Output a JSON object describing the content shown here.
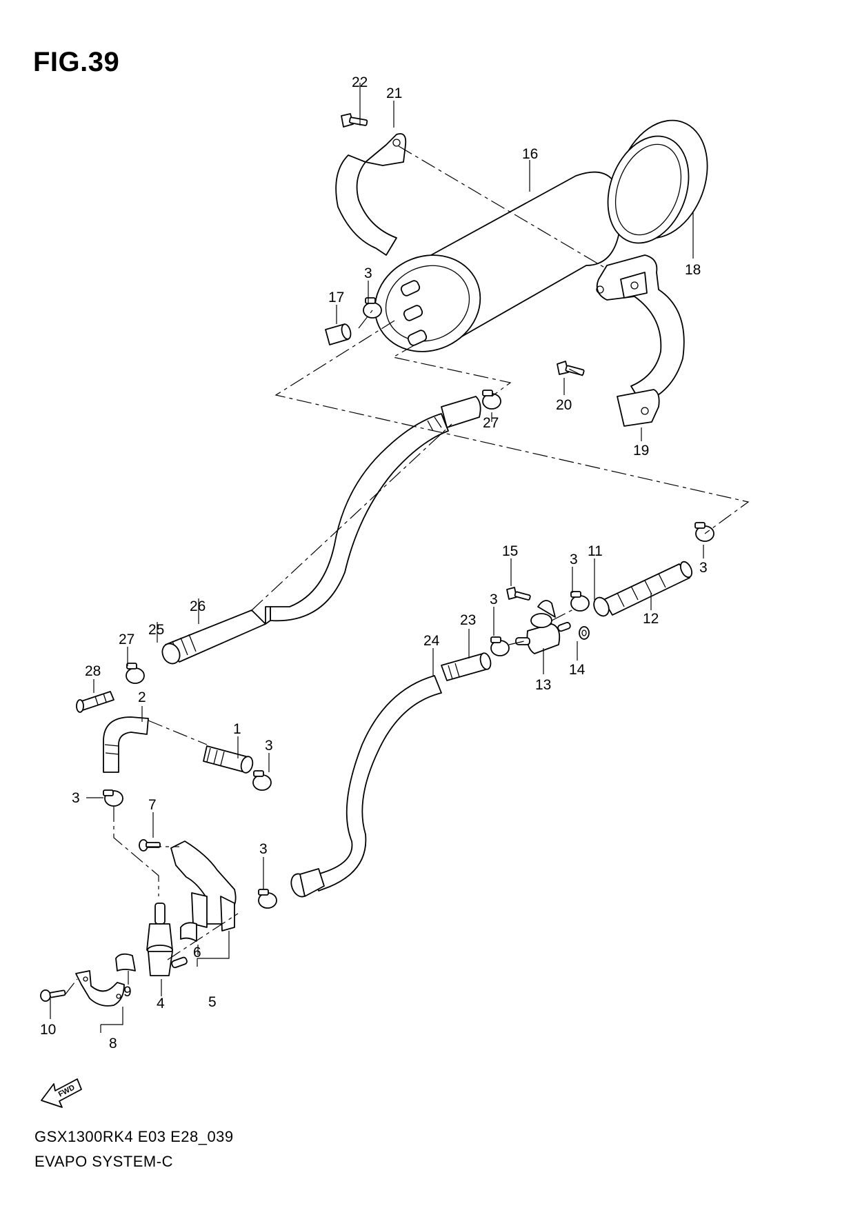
{
  "figure": {
    "title": "FIG.39",
    "footer_code": "GSX1300RK4 E03 E28_039",
    "footer_name": "EVAPO SYSTEM-C",
    "fwd_label": "FWD"
  },
  "callouts": [
    "1",
    "2",
    "3",
    "4",
    "5",
    "6",
    "7",
    "8",
    "9",
    "10",
    "11",
    "12",
    "13",
    "14",
    "15",
    "16",
    "17",
    "18",
    "19",
    "20",
    "21",
    "22",
    "23",
    "24",
    "25",
    "26",
    "27",
    "28"
  ],
  "icons": {
    "fwd_arrow": "forward-arrow-icon"
  }
}
